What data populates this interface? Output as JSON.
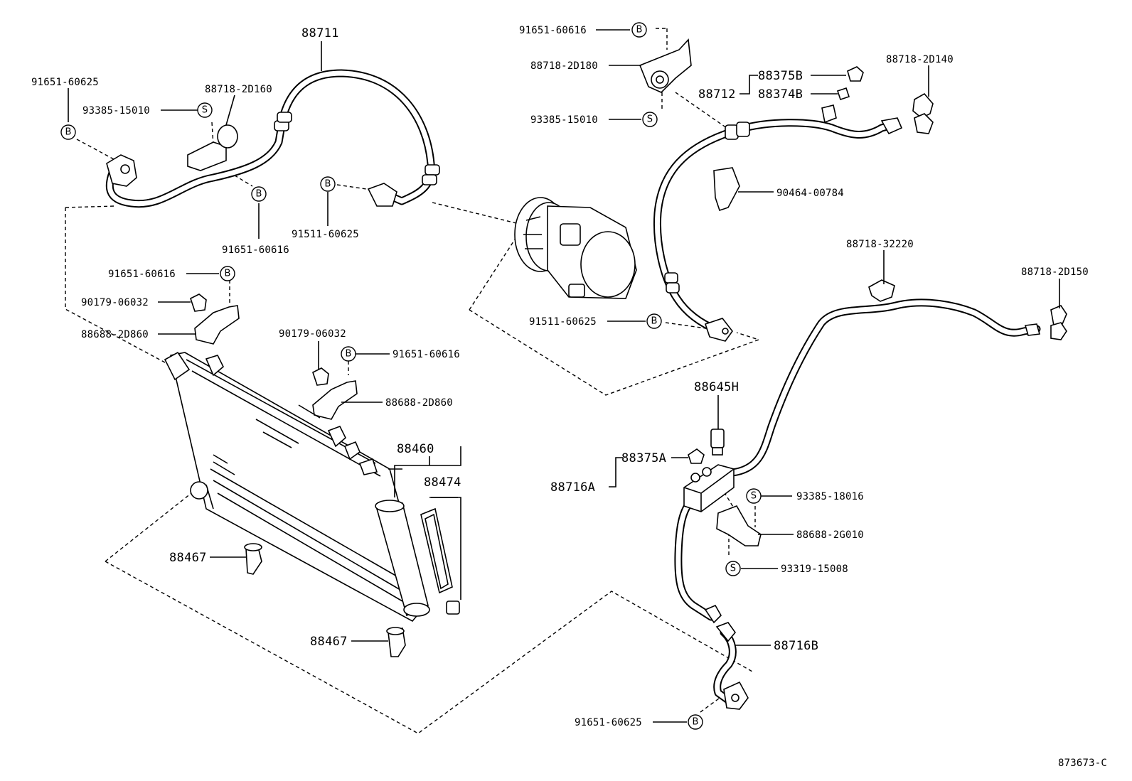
{
  "diagram": {
    "drawing_number": "873673-C",
    "symbols": {
      "bolt": "B",
      "screw": "S"
    },
    "labels": {
      "p88711": "88711",
      "p91651_60625_a": "91651-60625",
      "p88718_2D160": "88718-2D160",
      "p93385_15010_a": "93385-15010",
      "p91651_60616_a": "91651-60616",
      "p91511_60625_a": "91511-60625",
      "p91651_60616_b": "91651-60616",
      "p90179_06032_a": "90179-06032",
      "p88688_2D860_a": "88688-2D860",
      "p90179_06032_b": "90179-06032",
      "p91651_60616_c": "91651-60616",
      "p88688_2D860_b": "88688-2D860",
      "p88460": "88460",
      "p88474": "88474",
      "p88467_a": "88467",
      "p88467_b": "88467",
      "p91651_60616_d": "91651-60616",
      "p88718_2D180": "88718-2D180",
      "p93385_15010_b": "93385-15010",
      "p88375B": "88375B",
      "p88374B": "88374B",
      "p88712": "88712",
      "p88718_2D140": "88718-2D140",
      "p90464_00784": "90464-00784",
      "p91511_60625_b": "91511-60625",
      "p88718_32220": "88718-32220",
      "p88718_2D150": "88718-2D150",
      "p88645H": "88645H",
      "p88375A": "88375A",
      "p88716A": "88716A",
      "p93385_18016": "93385-18016",
      "p88688_2G010": "88688-2G010",
      "p93319_15008": "93319-15008",
      "p88716B": "88716B",
      "p91651_60625_b": "91651-60625"
    }
  }
}
